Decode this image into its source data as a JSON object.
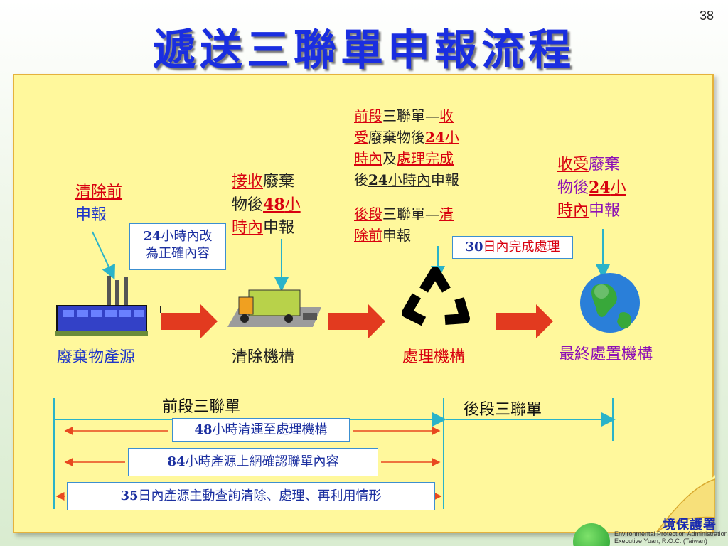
{
  "page_number": "38",
  "title": "遞送三聯單申報流程",
  "source_note": {
    "line1": "清除前",
    "line2": "申報"
  },
  "box_24h": {
    "num": "24",
    "line1": "小時內改",
    "line2": "為正確內容"
  },
  "transport_note": {
    "p1": "接收",
    "p2": "廢棄",
    "p3": "物後",
    "p4": "48",
    "p5": "小",
    "p6": "時內",
    "p7": "申報"
  },
  "front_note": {
    "a1": "前段",
    "a2": "三聯單—",
    "a3": "收",
    "b1": "受",
    "b2": "廢棄物後",
    "b3": "24",
    "b4": "小",
    "c1": "時內",
    "c2": "及",
    "c3": "處理完成",
    "d1": "後",
    "d2": "24",
    "d3": "小時內",
    "d4": "申報"
  },
  "rear_note": {
    "a1": "後段",
    "a2": "三聯單—",
    "a3": "清",
    "b1": "除前",
    "b2": "申報"
  },
  "box_30d": {
    "num": "30",
    "text": "日內完成處理"
  },
  "final_note": {
    "a1": "收受",
    "a2": "廢棄",
    "b1": "物後",
    "b2": "24",
    "b3": "小",
    "c1": "時內",
    "c2": "申報"
  },
  "stages": {
    "source": "廢棄物產源",
    "transport": "清除機構",
    "treatment": "處理機構",
    "disposal": "最終處置機構"
  },
  "timeline": {
    "front_label": "前段三聯單",
    "rear_label": "後段三聯單",
    "bar1_num": "48",
    "bar1_text": "小時清運至處理機構",
    "bar2_num": "84",
    "bar2_text": "小時產源上網確認聯單內容",
    "bar3_num": "35",
    "bar3_text": "日內產源主動查詢清除、處理、再利用情形"
  },
  "agency": {
    "name": "境保護署",
    "en1": "Environmental Protection Administration",
    "en2": "Executive Yuan, R.O.C. (Taiwan)"
  },
  "colors": {
    "title": "#1a2ee0",
    "panel": "#fff89c",
    "red_text": "#d8000f",
    "blue_text": "#1f36c9",
    "arrow": "#e23a1f"
  }
}
